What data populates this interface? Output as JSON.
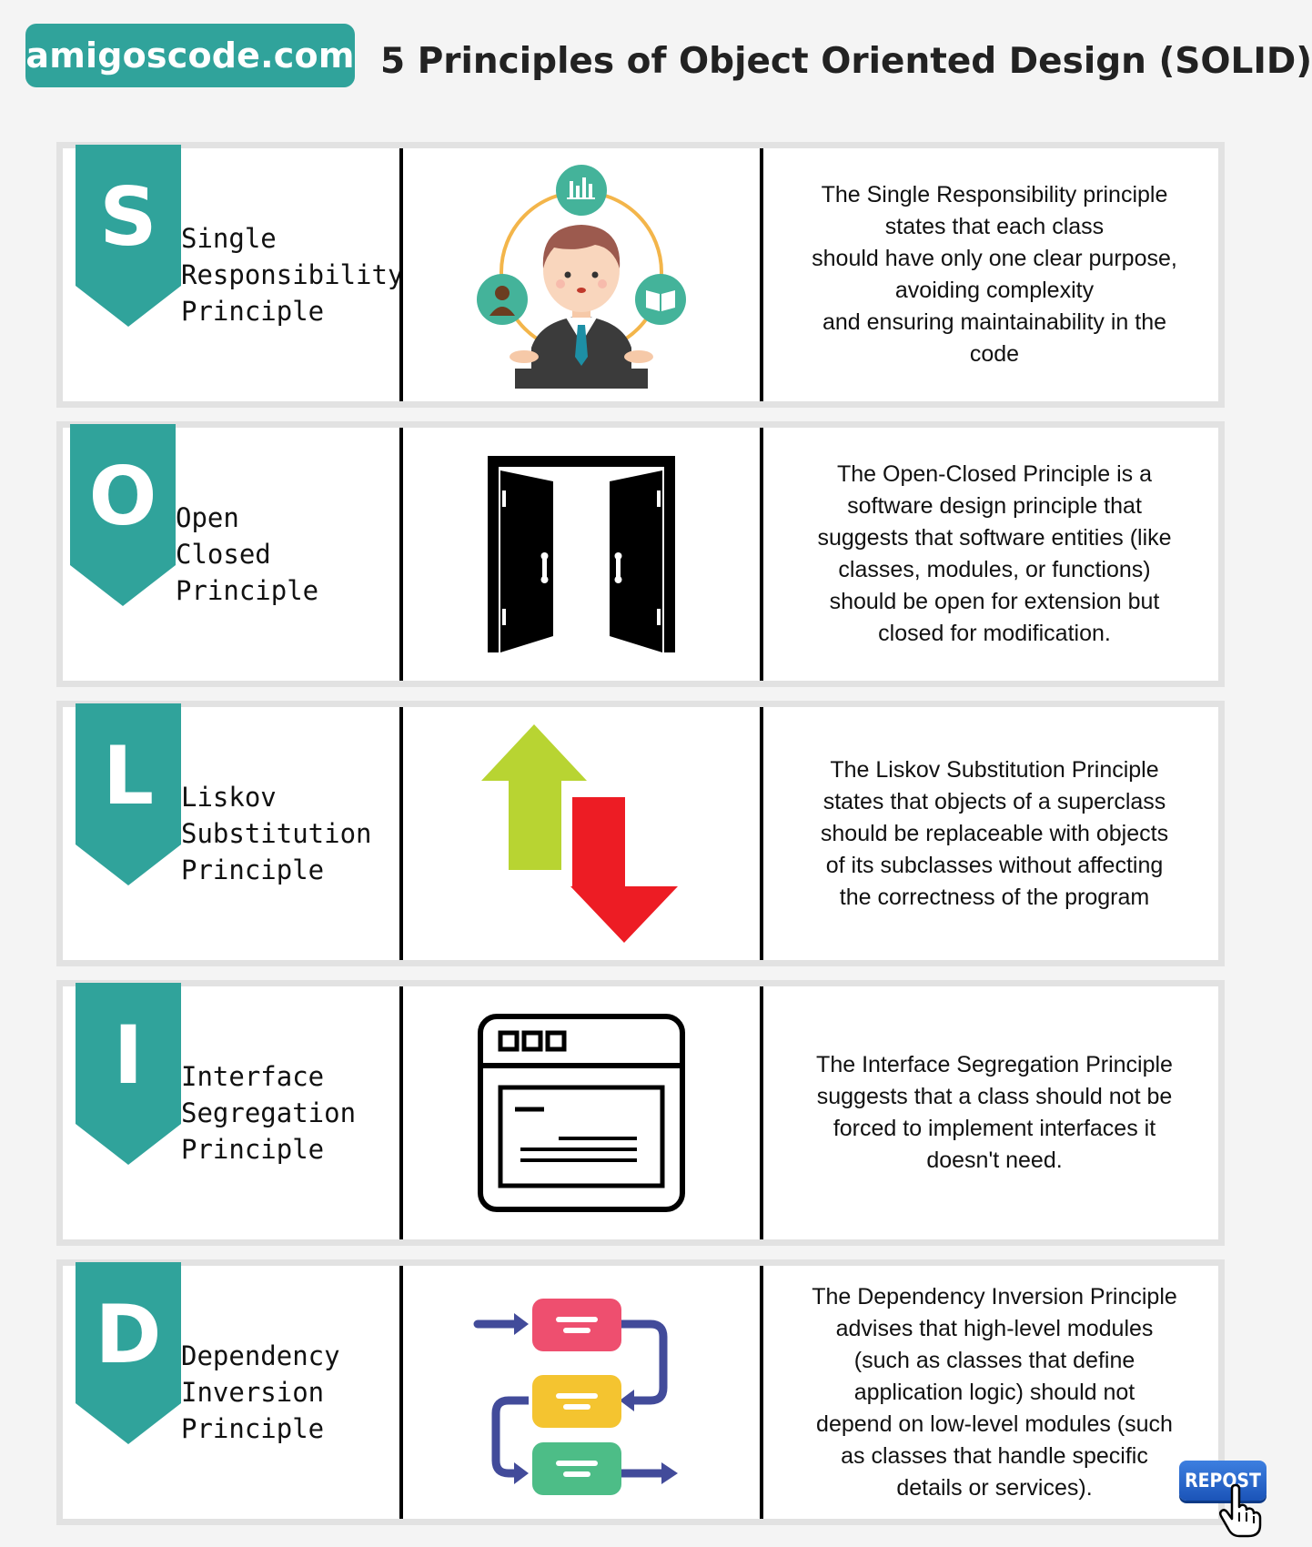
{
  "header": {
    "brand": "amigoscode.com",
    "title": "5 Principles of Object Oriented Design (SOLID)"
  },
  "colors": {
    "teal": "#30a39b",
    "green_arrow": "#b8d432",
    "red_arrow": "#ed1c24",
    "pink_box": "#ee4f6f",
    "yellow_box": "#f4c430",
    "green_box": "#4dbd87",
    "navy_arrow": "#424b9a"
  },
  "principles": [
    {
      "letter": "S",
      "name_lines": [
        "Single",
        "Responsibility",
        "Principle"
      ],
      "icon": "business-person-juggling-icon",
      "description": "The Single Responsibility principle\nstates that each class\nshould have only one clear purpose,\navoiding complexity\nand ensuring maintainability in the\ncode"
    },
    {
      "letter": "O",
      "name_lines": [
        "Open",
        "Closed",
        "Principle"
      ],
      "icon": "open-double-door-icon",
      "description": "The Open-Closed Principle is a\nsoftware design principle that\nsuggests that software entities (like\nclasses, modules, or functions)\nshould be open for extension but\nclosed for modification."
    },
    {
      "letter": "L",
      "name_lines": [
        "Liskov",
        "Substitution",
        "Principle"
      ],
      "icon": "up-down-arrows-icon",
      "description": "The Liskov Substitution Principle\nstates that objects of a superclass\nshould be replaceable with objects\nof its subclasses without affecting\nthe correctness of the program"
    },
    {
      "letter": "I",
      "name_lines": [
        "Interface",
        "Segregation",
        "Principle"
      ],
      "icon": "browser-window-icon",
      "description": "The Interface Segregation Principle\nsuggests that a class should not be\nforced to implement interfaces it\ndoesn't need."
    },
    {
      "letter": "D",
      "name_lines": [
        "Dependency",
        "Inversion",
        "Principle"
      ],
      "icon": "flow-process-icon",
      "description": "The Dependency Inversion Principle\nadvises that high-level modules\n(such as classes that define\napplication logic) should not\ndepend on low-level modules (such\nas classes that handle specific\ndetails or services)."
    }
  ],
  "repost": {
    "label": "REPOST",
    "icon": "hand-pointer-icon"
  }
}
